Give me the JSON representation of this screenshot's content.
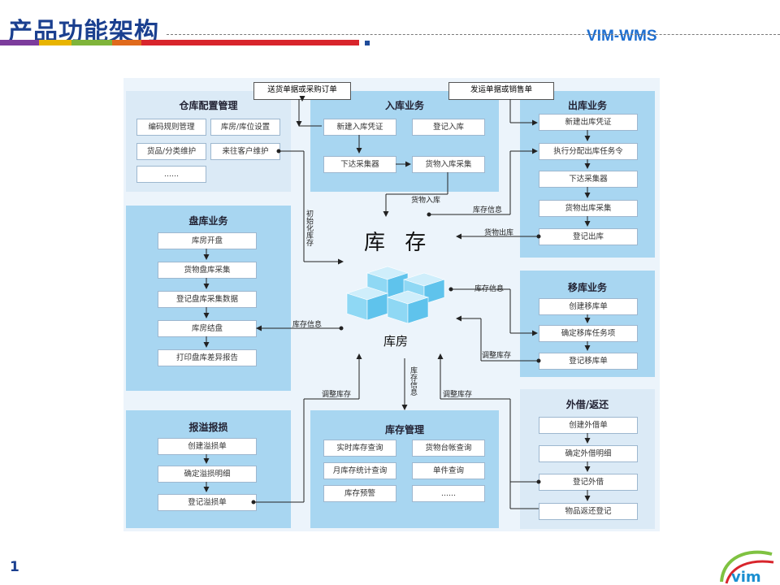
{
  "header": {
    "title": "产品功能架构",
    "brand": "VIM-WMS"
  },
  "page_number": "1",
  "docs": {
    "inbound_doc": "送货单据或采购订单",
    "outbound_doc": "发运单据或销售单"
  },
  "center": {
    "inventory": "库 存",
    "warehouse": "库房"
  },
  "panels": {
    "config": {
      "title": "仓库配置管理",
      "items": [
        "编码规则管理",
        "库房/库位设置",
        "货品/分类维护",
        "来往客户维护",
        "......"
      ]
    },
    "inbound": {
      "title": "入库业务",
      "items": [
        "新建入库凭证",
        "登记入库",
        "下达采集器",
        "货物入库采集"
      ]
    },
    "outbound": {
      "title": "出库业务",
      "items": [
        "新建出库凭证",
        "执行分配出库任务令",
        "下达采集器",
        "货物出库采集",
        "登记出库"
      ]
    },
    "stocktake": {
      "title": "盘库业务",
      "items": [
        "库房开盘",
        "货物盘库采集",
        "登记盘库采集数据",
        "库房结盘",
        "打印盘库差异报告"
      ]
    },
    "transfer": {
      "title": "移库业务",
      "items": [
        "创建移库单",
        "确定移库任务项",
        "登记移库单"
      ]
    },
    "lending": {
      "title": "外借/返还",
      "items": [
        "创建外借单",
        "确定外借明细",
        "登记外借",
        "物品返还登记"
      ]
    },
    "loss": {
      "title": "报溢报损",
      "items": [
        "创建溢损单",
        "确定溢损明细",
        "登记溢损单"
      ]
    },
    "stockmgmt": {
      "title": "库存管理",
      "items": [
        "实时库存查询",
        "货物台帐查询",
        "月库存统计查询",
        "单件查询",
        "库存预警",
        "......"
      ]
    }
  },
  "edge_labels": {
    "init_stock": "初始化库存",
    "goods_in": "货物入库",
    "stock_info_out": "库存信息",
    "goods_out": "货物出库",
    "stock_info_move": "库存信息",
    "stock_info_take": "库存信息",
    "adjust_move": "调整库存",
    "adjust_loss": "调整库存",
    "stock_info_mgmt": "库存信息",
    "adjust_lend": "调整库存"
  },
  "colors": {
    "title": "#1a3f8f",
    "brand": "#1f6fd0",
    "panel_light": "#dbeaf6",
    "panel_dark": "#a8d6f1",
    "cube": "#8fd8f4"
  }
}
